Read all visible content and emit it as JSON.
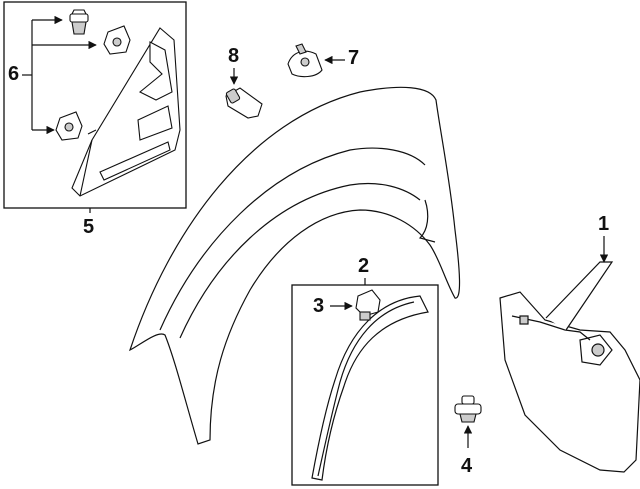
{
  "callouts": {
    "c1": "1",
    "c2": "2",
    "c3": "3",
    "c4": "4",
    "c5": "5",
    "c6": "6",
    "c7": "7",
    "c8": "8"
  },
  "colors": {
    "stroke": "#111111",
    "part_fill": "#ffffff",
    "shade": "#d9d9d9",
    "dark": "#444444"
  },
  "icons": {
    "fender_liner": "fender-liner-icon",
    "mud_flap": "mud-flap-icon",
    "wheel_molding": "wheel-molding-icon",
    "mirror_trim": "triangle-trim-icon"
  }
}
